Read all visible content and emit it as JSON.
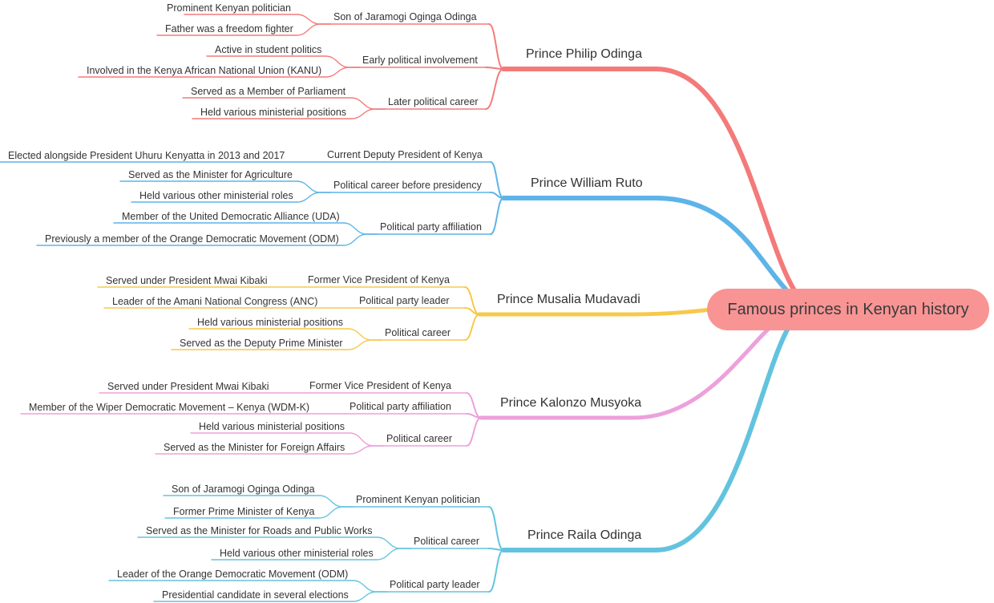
{
  "root": {
    "label": "Famous princes in Kenyan history",
    "color": "#f99494"
  },
  "branches": [
    {
      "label": "Prince Philip Odinga",
      "color": "#f47a7a",
      "children": [
        {
          "label": "Son of Jaramogi Oginga Odinga",
          "children": [
            "Prominent Kenyan politician",
            "Father was a freedom fighter"
          ]
        },
        {
          "label": "Early political involvement",
          "children": [
            "Active in student politics",
            "Involved in the Kenya African National Union (KANU)"
          ]
        },
        {
          "label": "Later political career",
          "children": [
            "Served as a Member of Parliament",
            "Held various ministerial positions"
          ]
        }
      ]
    },
    {
      "label": "Prince William Ruto",
      "color": "#5db4e8",
      "children": [
        {
          "label": "Current Deputy President of Kenya",
          "children": [
            "Elected alongside President Uhuru Kenyatta in 2013 and 2017"
          ]
        },
        {
          "label": "Political career before presidency",
          "children": [
            "Served as the Minister for Agriculture",
            "Held various other ministerial roles"
          ]
        },
        {
          "label": "Political party affiliation",
          "children": [
            "Member of the United Democratic Alliance (UDA)",
            "Previously a member of the Orange Democratic Movement (ODM)"
          ]
        }
      ]
    },
    {
      "label": "Prince Musalia Mudavadi",
      "color": "#f7c84a",
      "children": [
        {
          "label": "Former Vice President of Kenya",
          "children": [
            "Served under President Mwai Kibaki"
          ]
        },
        {
          "label": "Political party leader",
          "children": [
            "Leader of the Amani National Congress (ANC)"
          ]
        },
        {
          "label": "Political career",
          "children": [
            "Held various ministerial positions",
            "Served as the Deputy Prime Minister"
          ]
        }
      ]
    },
    {
      "label": "Prince Kalonzo Musyoka",
      "color": "#eda0dc",
      "children": [
        {
          "label": "Former Vice President of Kenya",
          "children": [
            "Served under President Mwai Kibaki"
          ]
        },
        {
          "label": "Political party affiliation",
          "children": [
            "Member of the Wiper Democratic Movement – Kenya (WDM-K)"
          ]
        },
        {
          "label": "Political career",
          "children": [
            "Held various ministerial positions",
            "Served as the Minister for Foreign Affairs"
          ]
        }
      ]
    },
    {
      "label": "Prince Raila Odinga",
      "color": "#63c3de",
      "children": [
        {
          "label": "Prominent Kenyan politician",
          "children": [
            "Son of Jaramogi Oginga Odinga",
            "Former Prime Minister of Kenya"
          ]
        },
        {
          "label": "Political career",
          "children": [
            "Served as the Minister for Roads and Public Works",
            "Held various other ministerial roles"
          ]
        },
        {
          "label": "Political party leader",
          "children": [
            "Leader of the Orange Democratic Movement (ODM)",
            "Presidential candidate in several elections"
          ]
        }
      ]
    }
  ]
}
